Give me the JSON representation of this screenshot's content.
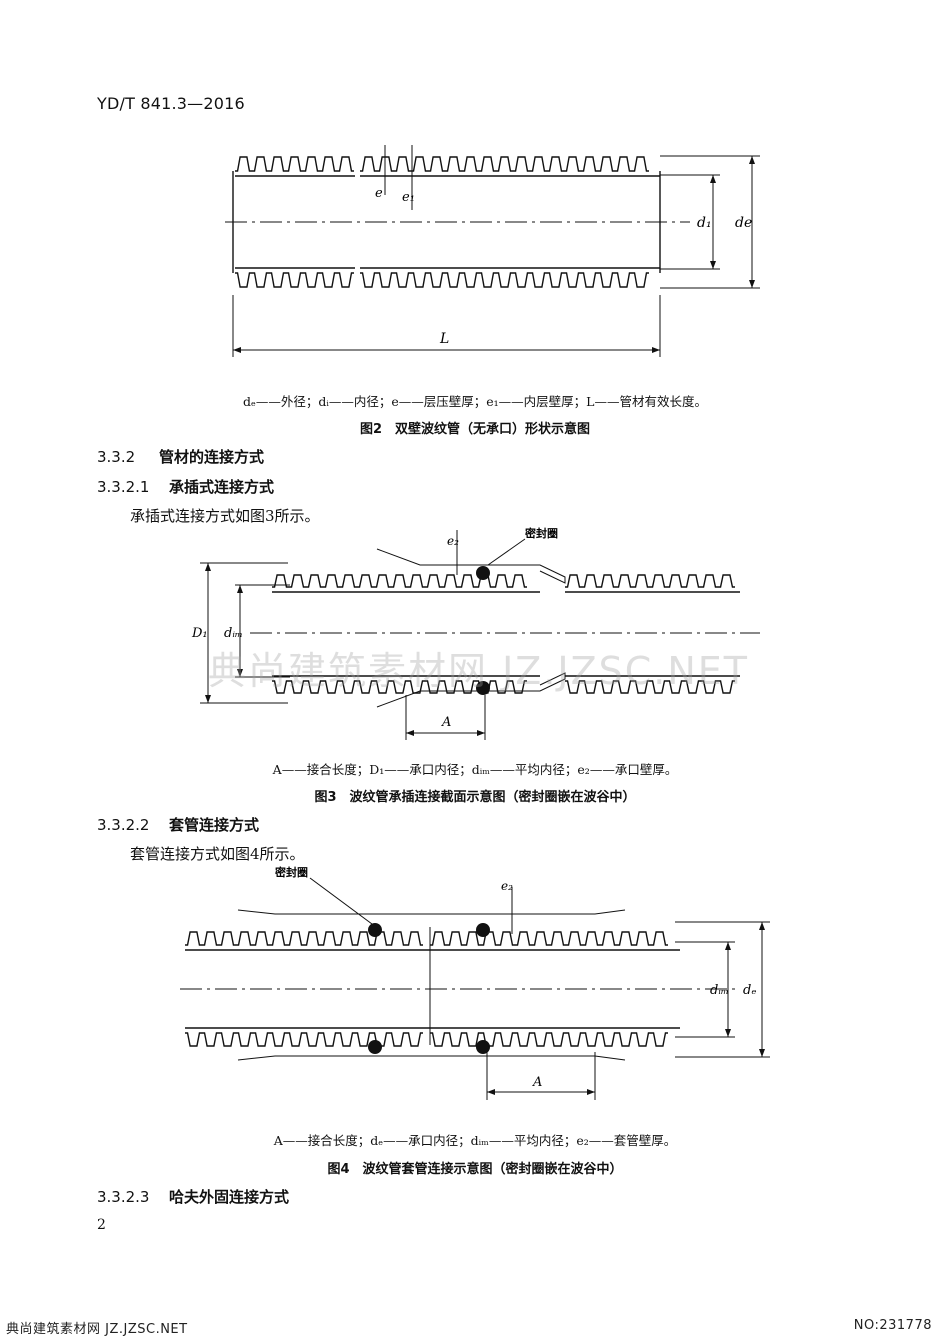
{
  "header": {
    "std_code": "YD/T 841.3—2016"
  },
  "fig2": {
    "labels": {
      "e": "e",
      "e1": "e₁",
      "d1": "d₁",
      "de": "de",
      "L": "L"
    },
    "legend": "dₑ——外径；dᵢ——内径；e——层压壁厚；e₁——内层壁厚；L——管材有效长度。",
    "caption": "图2　双壁波纹管（无承口）形状示意图"
  },
  "sec_332": {
    "num": "3.3.2",
    "title": "管材的连接方式"
  },
  "sec_3321": {
    "num": "3.3.2.1",
    "title": "承插式连接方式",
    "para": "承插式连接方式如图3所示。"
  },
  "fig3": {
    "labels": {
      "e2": "e₂",
      "seal": "密封圈",
      "D1": "D₁",
      "dim": "dᵢₘ",
      "A": "A"
    },
    "legend": "A——接合长度；D₁——承口内径；dᵢₘ——平均内径；e₂——承口壁厚。",
    "caption": "图3　波纹管承插连接截面示意图（密封圈嵌在波谷中）"
  },
  "sec_3322": {
    "num": "3.3.2.2",
    "title": "套管连接方式",
    "para": "套管连接方式如图4所示。"
  },
  "fig4": {
    "labels": {
      "seal": "密封圈",
      "e2": "e₂",
      "dim": "dᵢₘ",
      "de": "dₑ",
      "A": "A"
    },
    "legend": "A——接合长度；dₑ——承口内径；dᵢₘ——平均内径；e₂——套管壁厚。",
    "caption": "图4　波纹管套管连接示意图（密封圈嵌在波谷中）"
  },
  "sec_3323": {
    "num": "3.3.2.3",
    "title": "哈夫外固连接方式"
  },
  "page": {
    "number": "2"
  },
  "watermark": "典尚建筑素材网 JZ.JZSC.NET",
  "footer": {
    "left": "典尚建筑素材网 JZ.JZSC.NET",
    "right": "NO:231778"
  }
}
